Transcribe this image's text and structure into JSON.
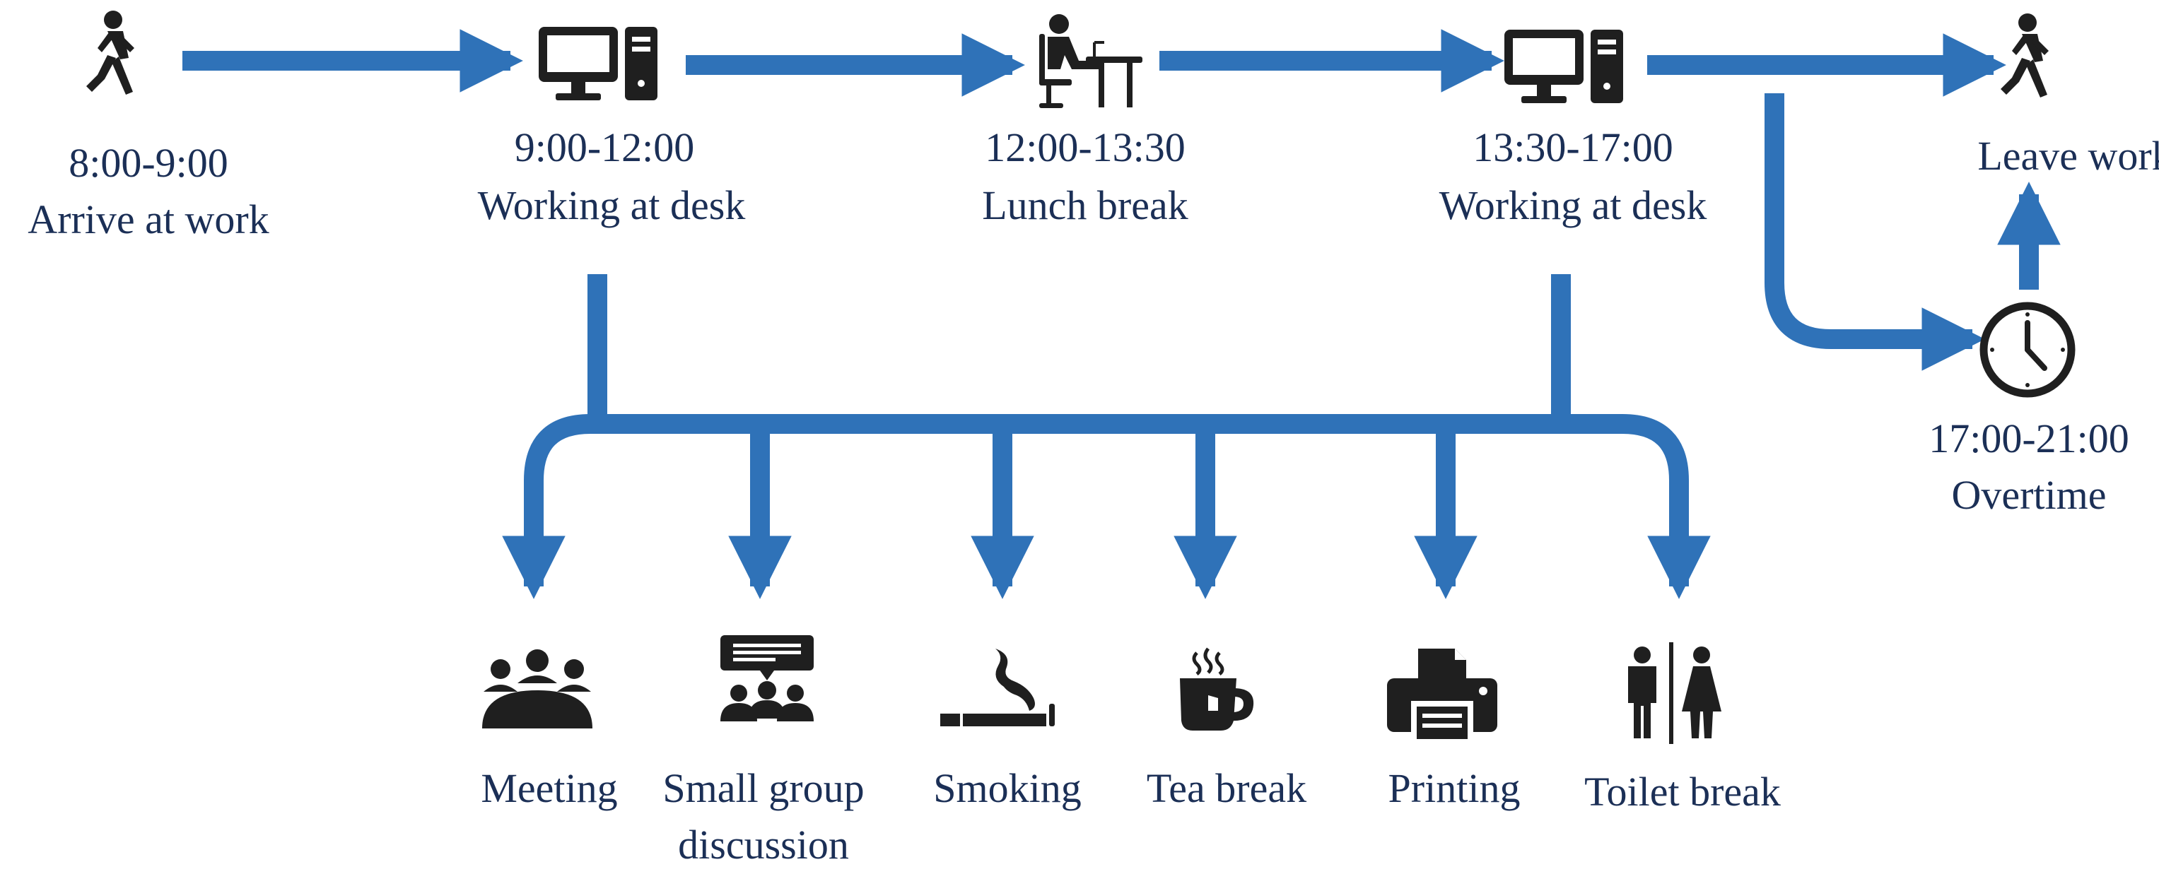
{
  "colors": {
    "arrow": "#2f72b8",
    "icon": "#1f1f1f",
    "text": "#1b2f56"
  },
  "timeline": [
    {
      "time": "8:00-9:00",
      "activity": "Arrive at work",
      "icon": "walking-person-icon"
    },
    {
      "time": "9:00-12:00",
      "activity": "Working at desk",
      "icon": "desktop-computer-icon"
    },
    {
      "time": "12:00-13:30",
      "activity": "Lunch break",
      "icon": "person-at-desk-icon"
    },
    {
      "time": "13:30-17:00",
      "activity": "Working at desk",
      "icon": "desktop-computer-icon"
    },
    {
      "time": "",
      "activity": "Leave work",
      "icon": "walking-person-icon"
    }
  ],
  "overtime": {
    "time": "17:00-21:00",
    "activity": "Overtime",
    "icon": "clock-icon"
  },
  "breaks": [
    {
      "label": "Meeting",
      "icon": "meeting-icon"
    },
    {
      "label": "Small group",
      "label_line2": "discussion",
      "icon": "group-discussion-icon"
    },
    {
      "label": "Smoking",
      "icon": "cigarette-icon"
    },
    {
      "label": "Tea break",
      "icon": "tea-cup-icon"
    },
    {
      "label": "Printing",
      "icon": "printer-icon"
    },
    {
      "label": "Toilet break",
      "icon": "toilet-icon"
    }
  ]
}
